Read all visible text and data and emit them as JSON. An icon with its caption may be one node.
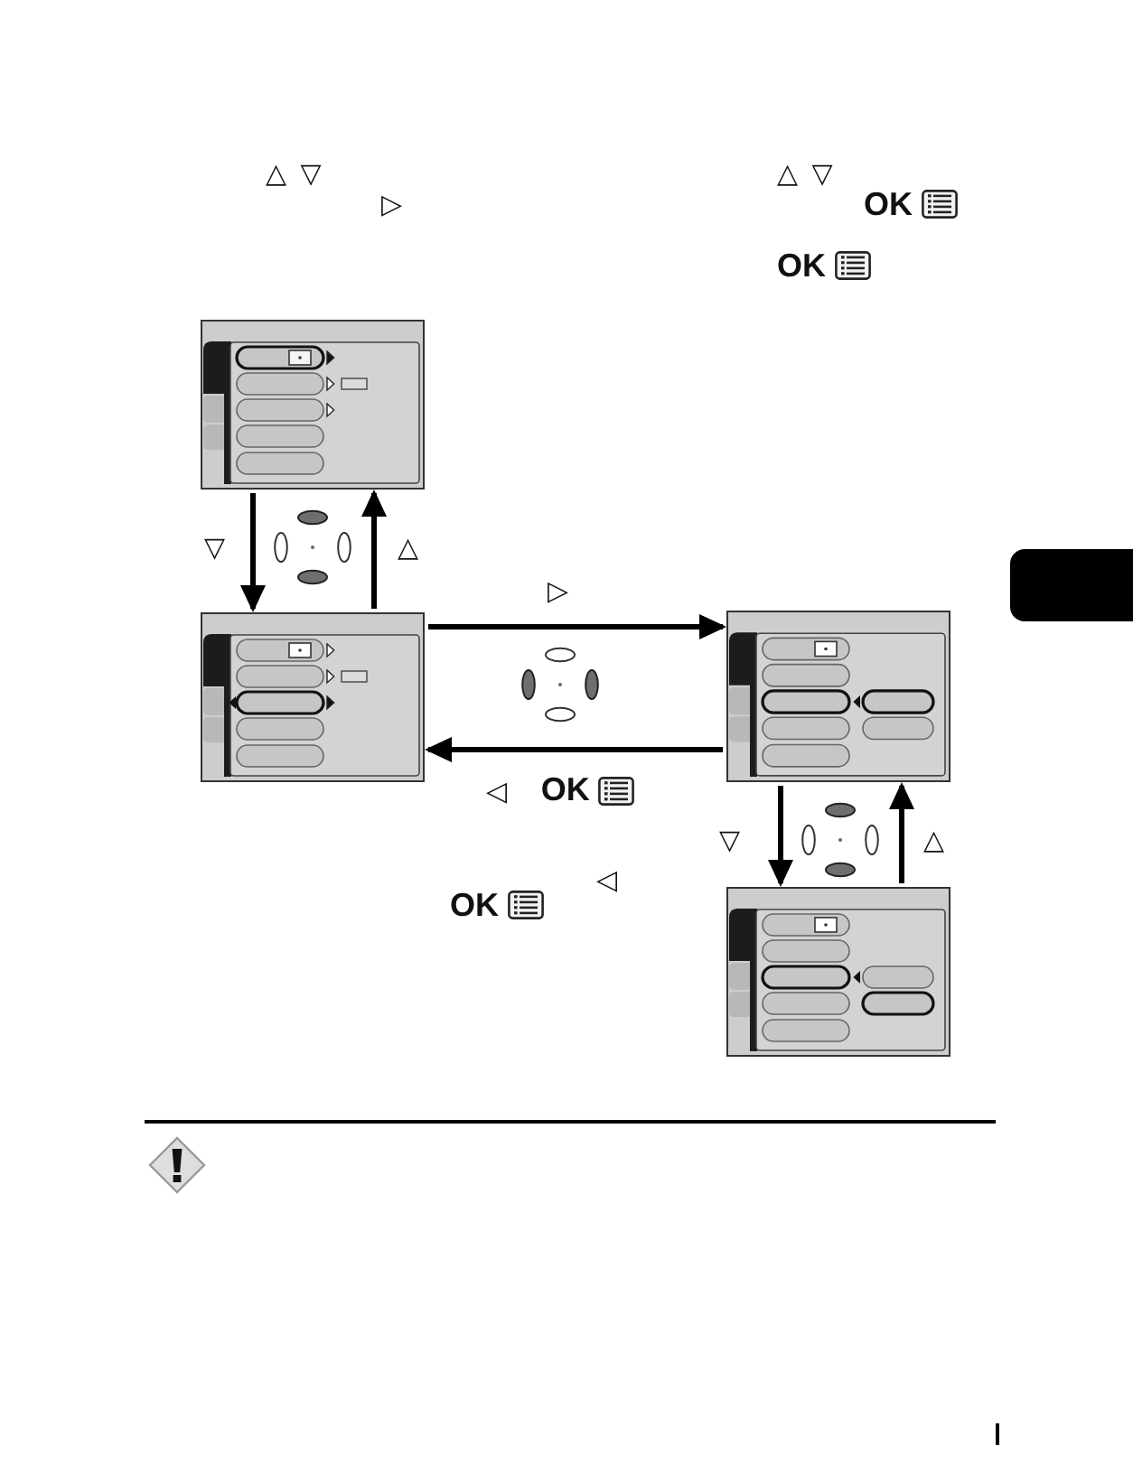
{
  "diagram": {
    "nodes": [
      {
        "text": [],
        "shape": "picture"
      },
      {
        "text": [],
        "shape": "picture"
      },
      {
        "text": [],
        "shape": "picture"
      },
      {
        "text": [],
        "shape": "picture"
      }
    ],
    "edges": [
      {
        "from": 0,
        "to": 1,
        "arrow": "to",
        "label": "▽"
      },
      {
        "from": 1,
        "to": 0,
        "arrow": "to",
        "label": "△"
      },
      {
        "from": 1,
        "to": 2,
        "arrow": "to",
        "label": "▷"
      },
      {
        "from": 2,
        "to": 1,
        "arrow": "to",
        "label": "◁ **OK**"
      },
      {
        "from": 2,
        "to": 3,
        "arrow": "to",
        "label": "▽"
      },
      {
        "from": 3,
        "to": 2,
        "arrow": "to",
        "label": "△"
      }
    ],
    "labels": [
      "△ ▽",
      "▷",
      "△ ▽",
      "OK",
      "OK",
      "◁",
      "OK"
    ]
  }
}
